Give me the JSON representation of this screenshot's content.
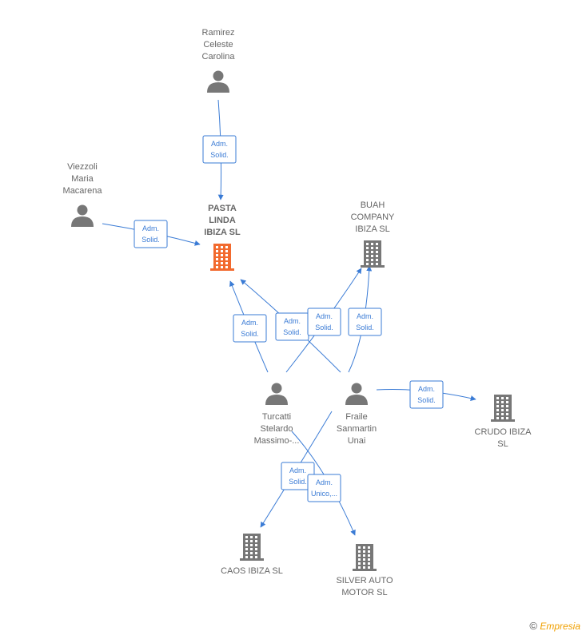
{
  "nodes": [
    {
      "id": "ramirez",
      "kind": "person",
      "label": [
        "Ramirez",
        "Celeste",
        "Carolina"
      ]
    },
    {
      "id": "viezzoli",
      "kind": "person",
      "label": [
        "Viezzoli",
        "Maria",
        "Macarena"
      ]
    },
    {
      "id": "pasta",
      "kind": "company",
      "main": true,
      "label": [
        "PASTA",
        "LINDA",
        "IBIZA  SL"
      ]
    },
    {
      "id": "buah",
      "kind": "company",
      "label": [
        "BUAH",
        "COMPANY",
        "IBIZA  SL"
      ]
    },
    {
      "id": "turcatti",
      "kind": "person",
      "label": [
        "Turcatti",
        "Stelardo",
        "Massimo-..."
      ]
    },
    {
      "id": "fraile",
      "kind": "person",
      "label": [
        "Fraile",
        "Sanmartin",
        "Unai"
      ]
    },
    {
      "id": "crudo",
      "kind": "company",
      "label": [
        "CRUDO IBIZA",
        "SL"
      ]
    },
    {
      "id": "caos",
      "kind": "company",
      "label": [
        "CAOS IBIZA  SL"
      ]
    },
    {
      "id": "silver",
      "kind": "company",
      "label": [
        "SILVER AUTO",
        "MOTOR SL"
      ]
    }
  ],
  "edges": [
    {
      "from": "ramirez",
      "to": "pasta",
      "label": [
        "Adm.",
        "Solid."
      ]
    },
    {
      "from": "viezzoli",
      "to": "pasta",
      "label": [
        "Adm.",
        "Solid."
      ]
    },
    {
      "from": "turcatti",
      "to": "pasta",
      "label": [
        "Adm.",
        "Solid."
      ]
    },
    {
      "from": "fraile",
      "to": "pasta",
      "label": [
        "Adm.",
        "Solid."
      ]
    },
    {
      "from": "turcatti",
      "to": "buah",
      "label": [
        "Adm.",
        "Solid."
      ]
    },
    {
      "from": "fraile",
      "to": "buah",
      "label": [
        "Adm.",
        "Solid."
      ]
    },
    {
      "from": "fraile",
      "to": "crudo",
      "label": [
        "Adm.",
        "Solid."
      ]
    },
    {
      "from": "fraile",
      "to": "caos",
      "label": [
        "Adm.",
        "Solid."
      ]
    },
    {
      "from": "turcatti",
      "to": "silver",
      "label": [
        "Adm.",
        "Unico,..."
      ]
    }
  ],
  "footer": {
    "copyright": "©",
    "brand": "Empresia"
  }
}
